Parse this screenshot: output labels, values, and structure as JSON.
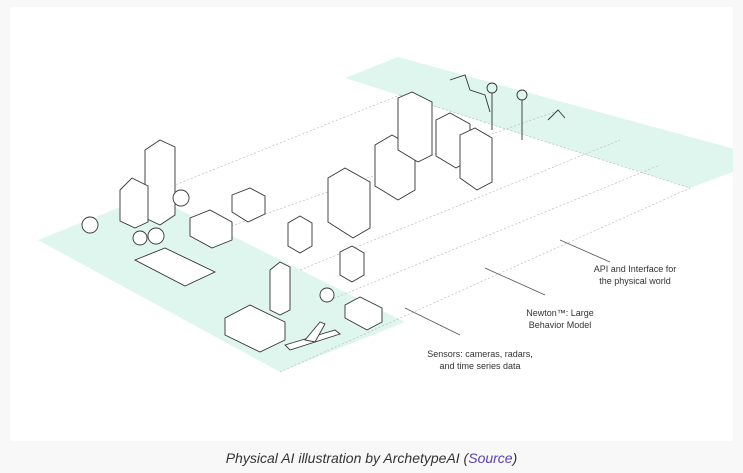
{
  "illustration": {
    "labels": {
      "api": [
        "API and Interface for",
        "the physical world"
      ],
      "newton": [
        "Newton™: Large",
        "Behavior Model"
      ],
      "sensors": [
        "Sensors: cameras, radars,",
        "and time series data"
      ]
    },
    "colors": {
      "ground": "#dff6ee",
      "line": "#333333"
    }
  },
  "caption": {
    "text": "Physical AI illustration by ArchetypeAI (",
    "link": "Source",
    "suffix": ")"
  }
}
